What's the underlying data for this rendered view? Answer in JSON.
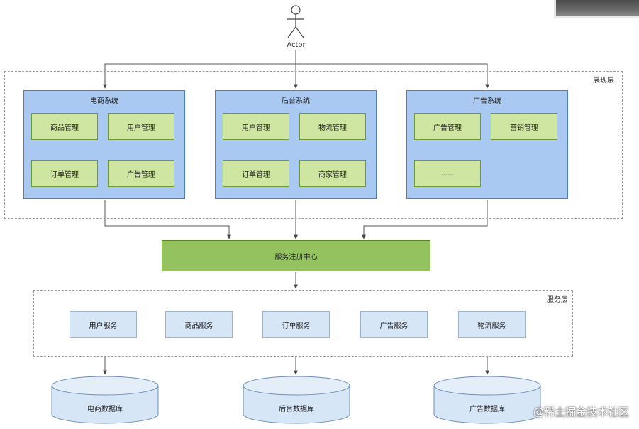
{
  "actor": {
    "label": "Actor"
  },
  "presentation_layer": {
    "label": "展现层",
    "systems": [
      {
        "title": "电商系统",
        "modules": [
          "商品管理",
          "用户管理",
          "订单管理",
          "广告管理"
        ]
      },
      {
        "title": "后台系统",
        "modules": [
          "用户管理",
          "物流管理",
          "订单管理",
          "商家管理"
        ]
      },
      {
        "title": "广告系统",
        "modules": [
          "广告管理",
          "营销管理",
          "......"
        ]
      }
    ]
  },
  "registry": {
    "label": "服务注册中心"
  },
  "service_layer": {
    "label": "服务层",
    "services": [
      "用户服务",
      "商品服务",
      "订单服务",
      "广告服务",
      "物流服务"
    ]
  },
  "databases": [
    "电商数据库",
    "后台数据库",
    "广告数据库"
  ],
  "watermark": "@稀土掘金技术社区",
  "colors": {
    "system_fill": "#a9c9f2",
    "module_fill": "#cfe6a2",
    "registry_fill": "#93c25e",
    "service_fill": "#d7e6f7",
    "database_fill": "#d7e6f7"
  }
}
